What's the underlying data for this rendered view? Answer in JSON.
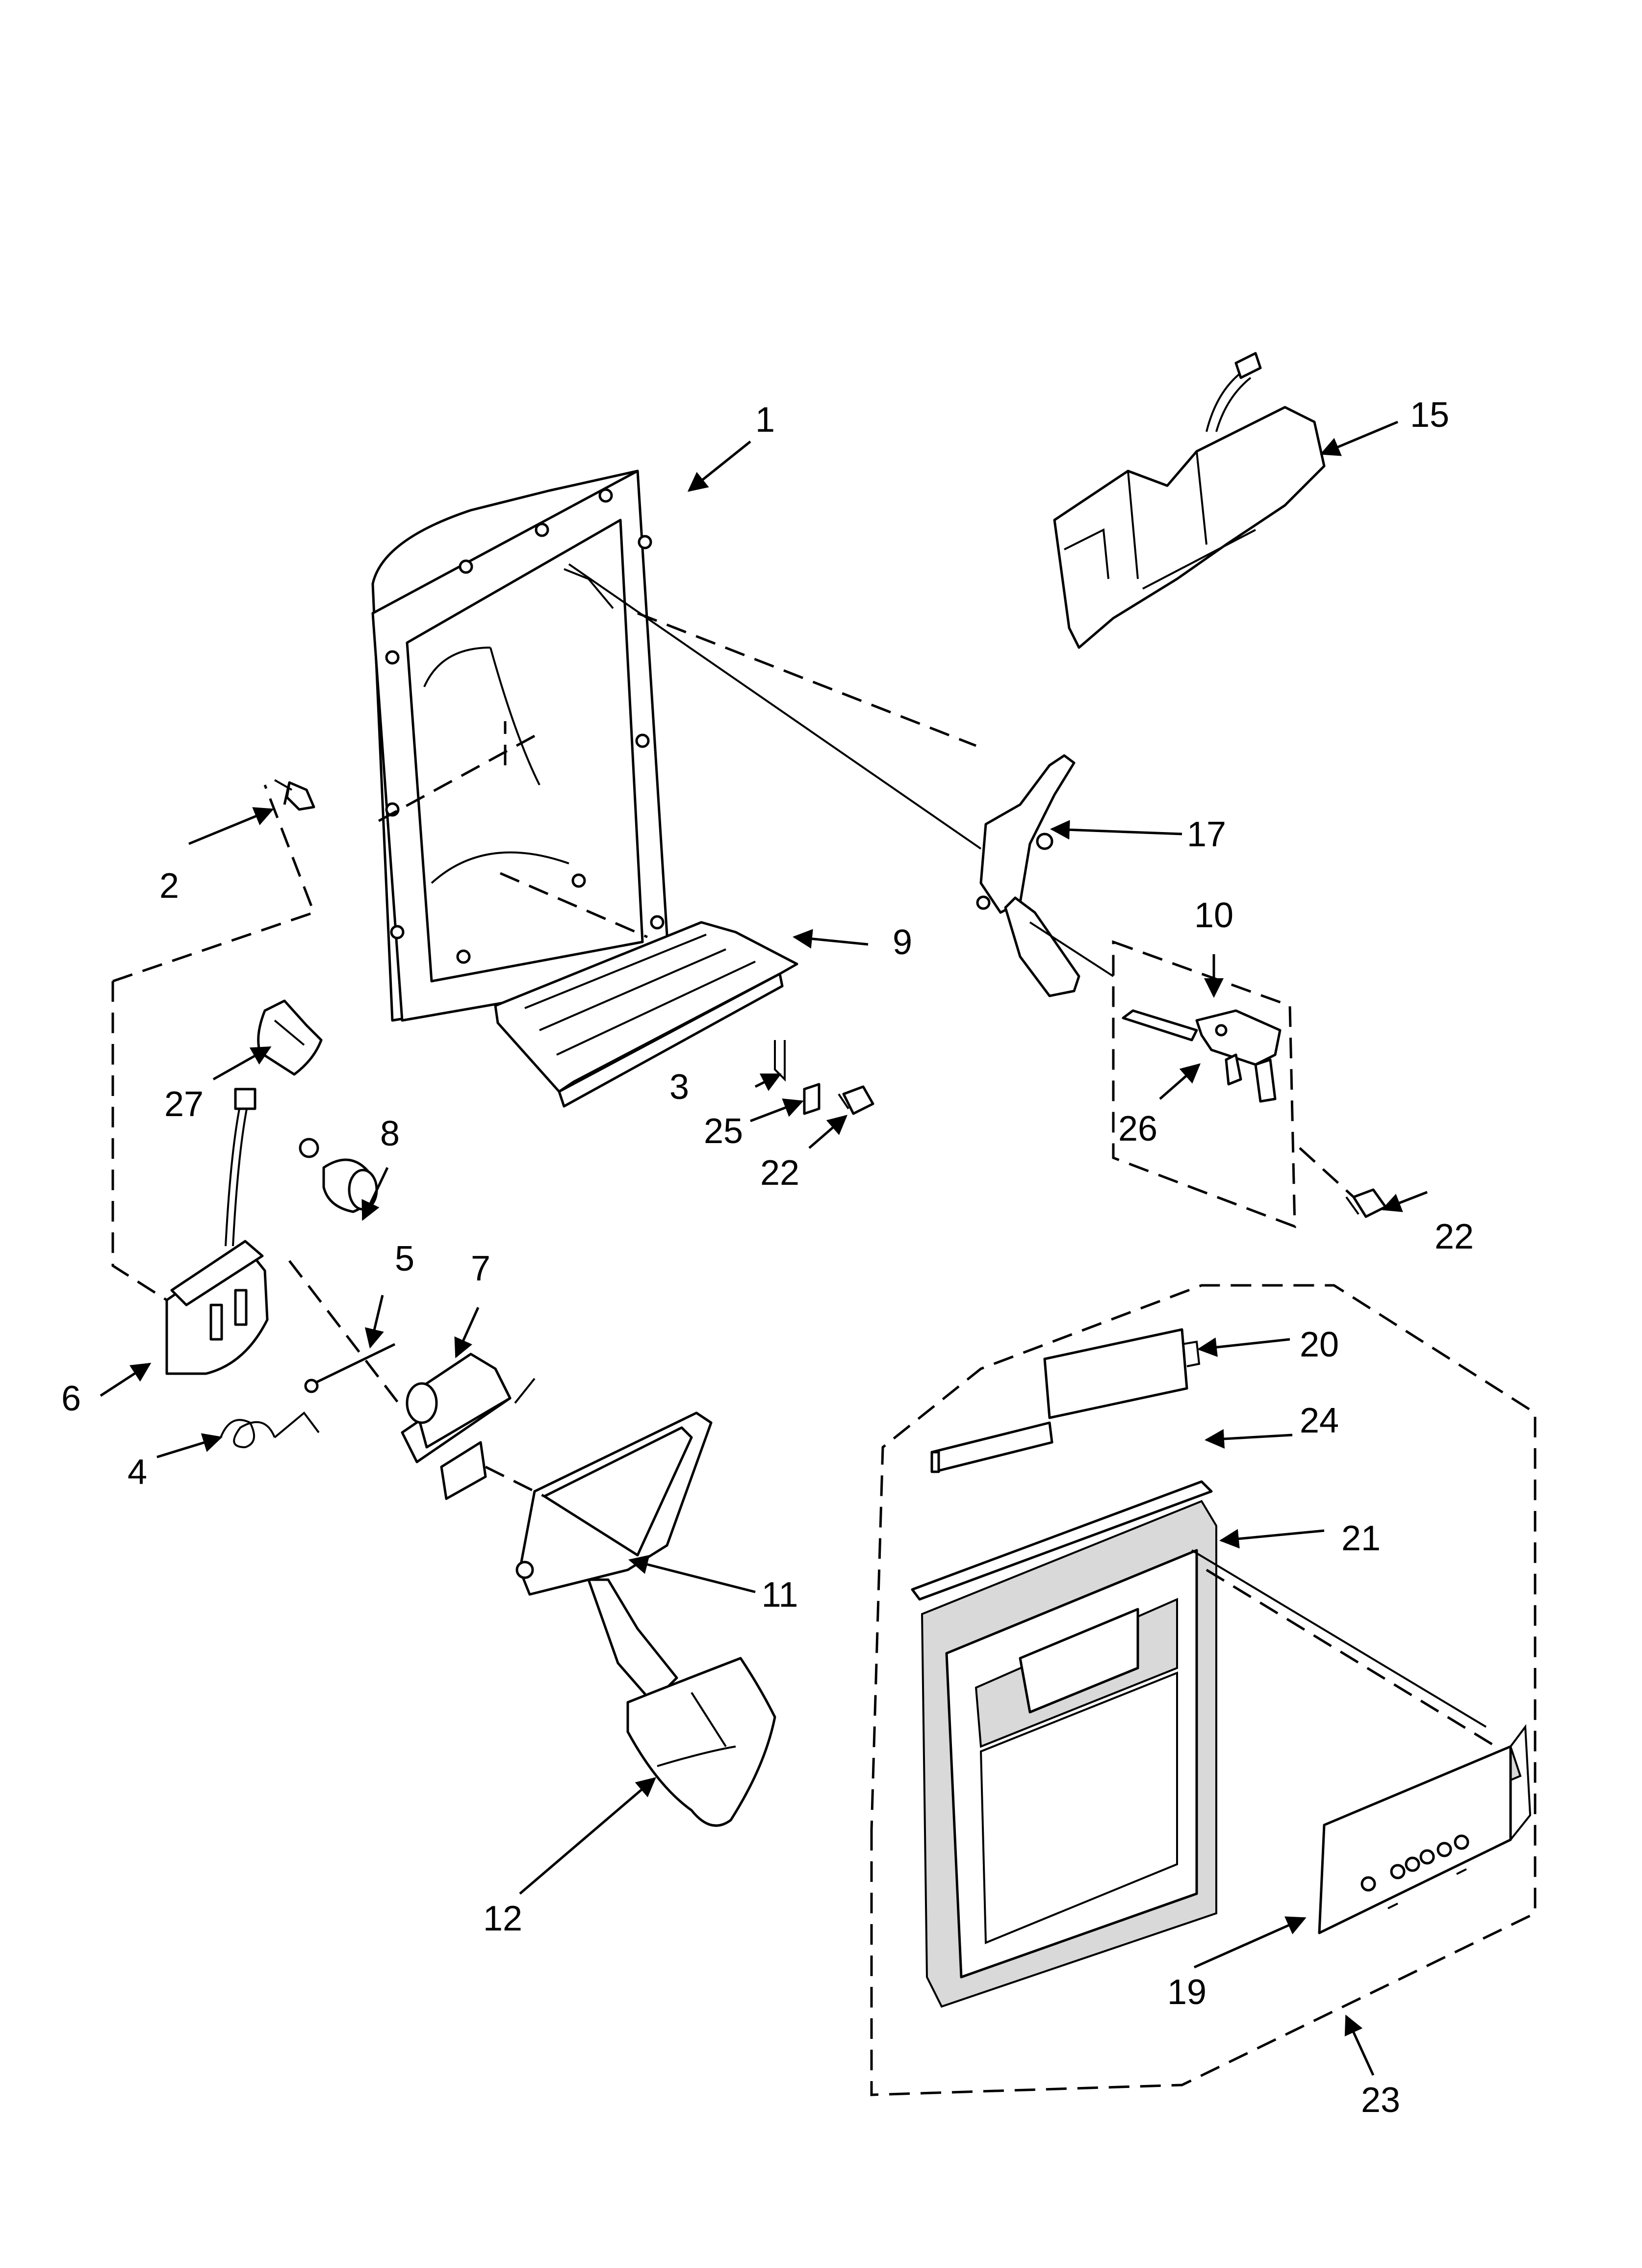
{
  "callouts": [
    {
      "id": "1",
      "label": "1"
    },
    {
      "id": "2",
      "label": "2"
    },
    {
      "id": "3",
      "label": "3"
    },
    {
      "id": "4",
      "label": "4"
    },
    {
      "id": "5",
      "label": "5"
    },
    {
      "id": "6",
      "label": "6"
    },
    {
      "id": "7",
      "label": "7"
    },
    {
      "id": "8",
      "label": "8"
    },
    {
      "id": "9",
      "label": "9"
    },
    {
      "id": "10",
      "label": "10"
    },
    {
      "id": "11",
      "label": "11"
    },
    {
      "id": "12",
      "label": "12"
    },
    {
      "id": "15",
      "label": "15"
    },
    {
      "id": "17",
      "label": "17"
    },
    {
      "id": "19",
      "label": "19"
    },
    {
      "id": "20",
      "label": "20"
    },
    {
      "id": "21",
      "label": "21"
    },
    {
      "id": "22a",
      "label": "22"
    },
    {
      "id": "22b",
      "label": "22"
    },
    {
      "id": "23",
      "label": "23"
    },
    {
      "id": "24",
      "label": "24"
    },
    {
      "id": "25",
      "label": "25"
    },
    {
      "id": "26",
      "label": "26"
    },
    {
      "id": "27",
      "label": "27"
    }
  ]
}
